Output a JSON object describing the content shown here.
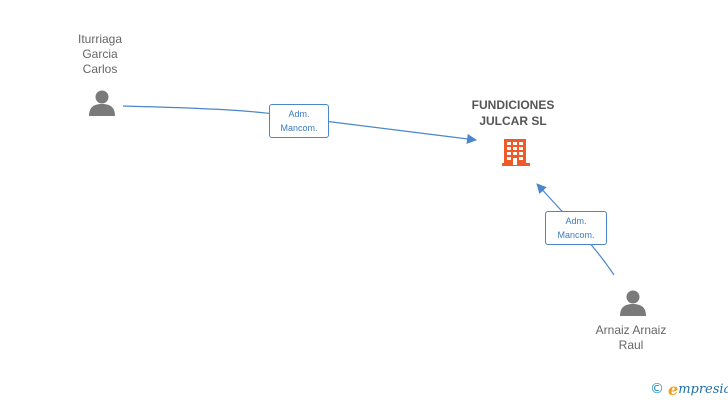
{
  "diagram": {
    "company": {
      "name": "FUNDICIONES\nJULCAR SL",
      "icon": "building-icon",
      "color": "#f05a28"
    },
    "people": [
      {
        "name": "Iturriaga\nGarcia\nCarlos",
        "icon": "person-icon"
      },
      {
        "name": "Arnaiz Arnaiz\nRaul",
        "icon": "person-icon"
      }
    ],
    "relations": [
      {
        "label": "Adm.\nMancom."
      },
      {
        "label": "Adm.\nMancom."
      }
    ],
    "colors": {
      "edge": "#4a86c8",
      "person": "#7a7a7a",
      "company": "#f05a28"
    }
  },
  "brand": {
    "copyright_symbol": "©",
    "name_first_letter": "e",
    "name_rest": "mpresia",
    "colors": {
      "symbol": "#1f8fc9",
      "accent": "#f0a020",
      "text": "#1f6fa9"
    }
  }
}
